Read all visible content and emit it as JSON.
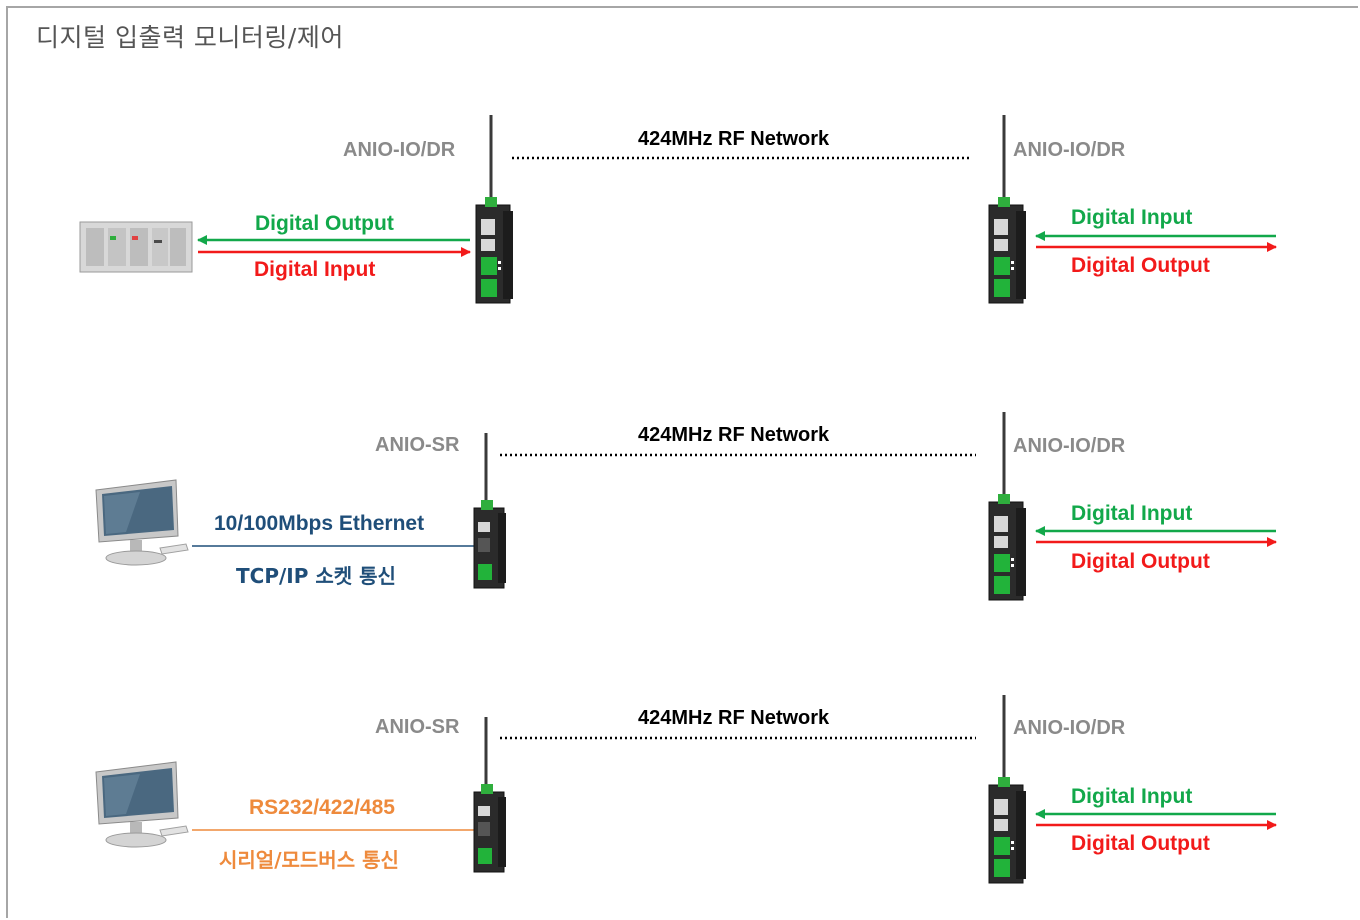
{
  "title": "디지털 입출력 모니터링/제어",
  "colors": {
    "green": "#12a84a",
    "red": "#f21a1a",
    "blue": "#1f4e79",
    "orange": "#ee8a3c",
    "gray": "#8a8a8a"
  },
  "icons": [
    "plc-icon",
    "pc-monitor-icon",
    "rf-io-device-icon",
    "serial-server-device-icon"
  ],
  "rows": [
    {
      "rf_label": "424MHz RF Network",
      "left_device": "ANIO-IO/DR",
      "right_device": "ANIO-IO/DR",
      "left_link_top": "Digital Output",
      "left_link_bottom": "Digital Input",
      "right_link_top": "Digital Input",
      "right_link_bottom": "Digital Output"
    },
    {
      "rf_label": "424MHz RF Network",
      "left_device": "ANIO-SR",
      "right_device": "ANIO-IO/DR",
      "left_link_top": "10/100Mbps Ethernet",
      "left_link_bottom": "TCP/IP 소켓 통신",
      "right_link_top": "Digital Input",
      "right_link_bottom": "Digital Output"
    },
    {
      "rf_label": "424MHz RF Network",
      "left_device": "ANIO-SR",
      "right_device": "ANIO-IO/DR",
      "left_link_top": "RS232/422/485",
      "left_link_bottom": "시리얼/모드버스 통신",
      "right_link_top": "Digital Input",
      "right_link_bottom": "Digital Output"
    }
  ]
}
